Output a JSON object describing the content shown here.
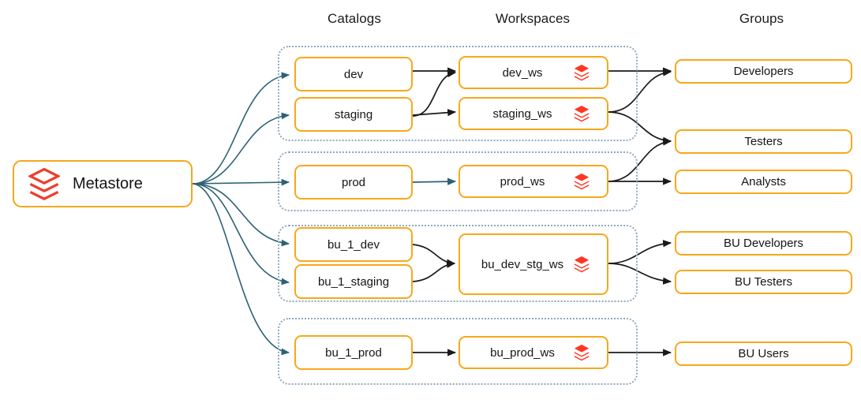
{
  "diagram": {
    "title_columns": [
      {
        "id": "catalogs",
        "label": "Catalogs"
      },
      {
        "id": "workspaces",
        "label": "Workspaces"
      },
      {
        "id": "groups",
        "label": "Groups"
      }
    ],
    "root": {
      "label": "Metastore",
      "icon": "databricks-logo-outline-icon"
    },
    "colors": {
      "node_border": "#F7A81B",
      "group_border": "#8FA9BD",
      "logo_red": "#EE3D2B",
      "logo_orange": "#FF3621",
      "arrow_dark": "#1A1A1A",
      "arrow_teal": "#2C6274",
      "text": "#151515",
      "background": "#FFFFFF"
    },
    "groups": [
      {
        "id": "group-dev-staging",
        "catalogs": [
          {
            "id": "catalog-dev",
            "label": "dev"
          },
          {
            "id": "catalog-staging",
            "label": "staging"
          }
        ],
        "workspaces": [
          {
            "id": "workspace-dev-ws",
            "label": "dev_ws",
            "icon": "databricks-logo-icon"
          },
          {
            "id": "workspace-staging-ws",
            "label": "staging_ws",
            "icon": "databricks-logo-icon"
          }
        ]
      },
      {
        "id": "group-prod",
        "catalogs": [
          {
            "id": "catalog-prod",
            "label": "prod"
          }
        ],
        "workspaces": [
          {
            "id": "workspace-prod-ws",
            "label": "prod_ws",
            "icon": "databricks-logo-icon"
          }
        ]
      },
      {
        "id": "group-bu-dev-staging",
        "catalogs": [
          {
            "id": "catalog-bu-1-dev",
            "label": "bu_1_dev"
          },
          {
            "id": "catalog-bu-1-staging",
            "label": "bu_1_staging"
          }
        ],
        "workspaces": [
          {
            "id": "workspace-bu-dev-stg-ws",
            "label": "bu_dev_stg_ws",
            "icon": "databricks-logo-icon"
          }
        ]
      },
      {
        "id": "group-bu-prod",
        "catalogs": [
          {
            "id": "catalog-bu-1-prod",
            "label": "bu_1_prod"
          }
        ],
        "workspaces": [
          {
            "id": "workspace-bu-prod-ws",
            "label": "bu_prod_ws",
            "icon": "databricks-logo-icon"
          }
        ]
      }
    ],
    "user_groups": [
      {
        "id": "usergroup-developers",
        "label": "Developers"
      },
      {
        "id": "usergroup-testers",
        "label": "Testers"
      },
      {
        "id": "usergroup-analysts",
        "label": "Analysts"
      },
      {
        "id": "usergroup-bu-developers",
        "label": "BU Developers"
      },
      {
        "id": "usergroup-bu-testers",
        "label": "BU Testers"
      },
      {
        "id": "usergroup-bu-users",
        "label": "BU Users"
      }
    ],
    "edges": [
      {
        "from": "Metastore",
        "to": "dev"
      },
      {
        "from": "Metastore",
        "to": "staging"
      },
      {
        "from": "Metastore",
        "to": "prod"
      },
      {
        "from": "Metastore",
        "to": "bu_1_dev"
      },
      {
        "from": "Metastore",
        "to": "bu_1_staging"
      },
      {
        "from": "Metastore",
        "to": "bu_1_prod"
      },
      {
        "from": "dev",
        "to": "dev_ws"
      },
      {
        "from": "staging",
        "to": "dev_ws"
      },
      {
        "from": "staging",
        "to": "staging_ws"
      },
      {
        "from": "prod",
        "to": "prod_ws"
      },
      {
        "from": "bu_1_dev",
        "to": "bu_dev_stg_ws"
      },
      {
        "from": "bu_1_staging",
        "to": "bu_dev_stg_ws"
      },
      {
        "from": "bu_1_prod",
        "to": "bu_prod_ws"
      },
      {
        "from": "dev_ws",
        "to": "Developers"
      },
      {
        "from": "staging_ws",
        "to": "Developers"
      },
      {
        "from": "staging_ws",
        "to": "Testers"
      },
      {
        "from": "prod_ws",
        "to": "Testers"
      },
      {
        "from": "prod_ws",
        "to": "Analysts"
      },
      {
        "from": "bu_dev_stg_ws",
        "to": "BU Developers"
      },
      {
        "from": "bu_dev_stg_ws",
        "to": "BU Testers"
      },
      {
        "from": "bu_prod_ws",
        "to": "BU Users"
      }
    ]
  }
}
